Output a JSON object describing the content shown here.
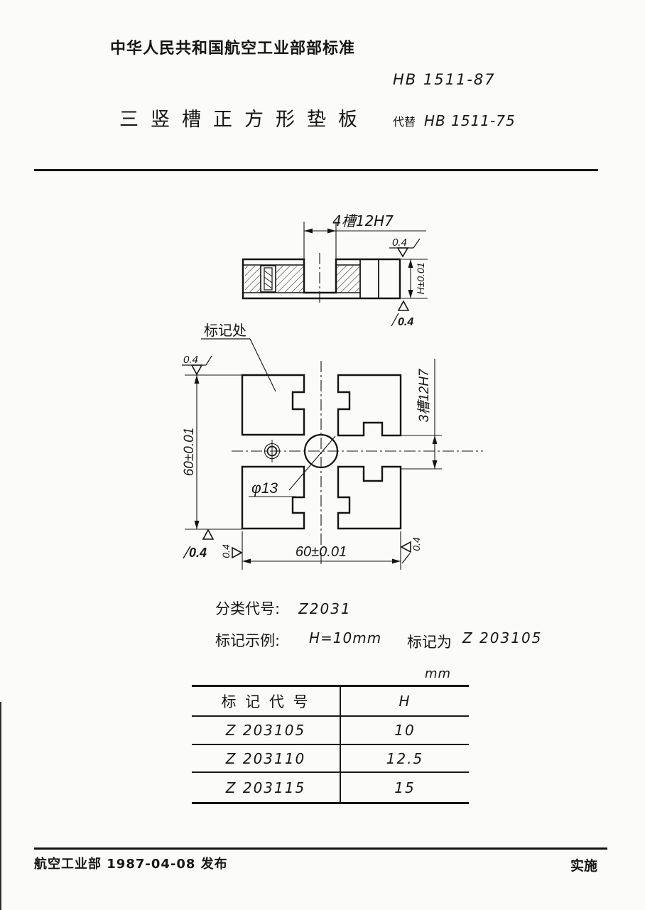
{
  "header": {
    "org": "中华人民共和国航空工业部部标准",
    "standard_no": "HB 1511-87",
    "title": "三竖槽正方形垫板",
    "replaces_label": "代替",
    "replaces_no": "HB 1511-75"
  },
  "drawing": {
    "slot4_label": "4槽12H7",
    "slot3_label": "3槽12H7",
    "height_dim": "H±0.01",
    "side_dim": "60±0.01",
    "bottom_dim": "60±0.01",
    "hole_dim": "φ13",
    "marking_spot": "标记处",
    "finish_value": "0.4"
  },
  "classification": {
    "label": "分类代号:",
    "value": "Z2031"
  },
  "marking_example": {
    "label": "标记示例:",
    "condition": "H=10mm",
    "result_label": "标记为",
    "result_value": "Z 203105"
  },
  "table": {
    "unit": "mm",
    "columns": [
      "标 记 代 号",
      "H"
    ],
    "rows": [
      [
        "Z 203105",
        "10"
      ],
      [
        "Z 203110",
        "12.5"
      ],
      [
        "Z 203115",
        "15"
      ]
    ]
  },
  "footer": {
    "issued": "航空工业部 1987-04-08  发布",
    "implemented": "实施"
  }
}
